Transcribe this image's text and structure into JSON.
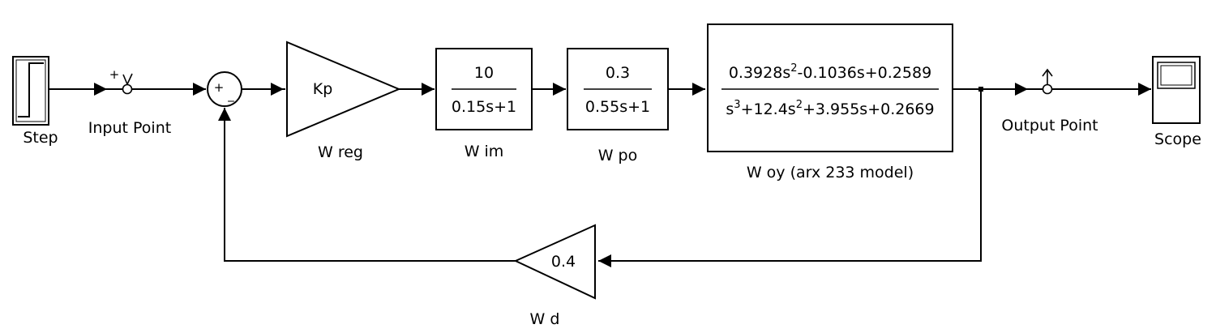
{
  "blocks": {
    "step": {
      "label": "Step"
    },
    "input_point": {
      "label": "Input Point",
      "signs": "+"
    },
    "sum": {
      "signs_top": "+",
      "signs_bottom": "_"
    },
    "w_reg": {
      "gain": "Kp",
      "label": "W reg"
    },
    "w_im": {
      "numerator": "10",
      "denominator": "0.15s+1",
      "label": "W im"
    },
    "w_po": {
      "numerator": "0.3",
      "denominator": "0.55s+1",
      "label": "W po"
    },
    "w_oy": {
      "numerator_a": "0.3928s",
      "numerator_exp": "2",
      "numerator_b": "-0.1036s+0.2589",
      "denominator_a": "s",
      "denominator_exp1": "3",
      "denominator_b": "+12.4s",
      "denominator_exp2": "2",
      "denominator_c": "+3.955s+0.2669",
      "label": "W oy (arx 233 model)"
    },
    "output_point": {
      "label": "Output Point"
    },
    "scope": {
      "label": "Scope"
    },
    "w_d": {
      "gain": "0.4",
      "label": "W d"
    }
  }
}
